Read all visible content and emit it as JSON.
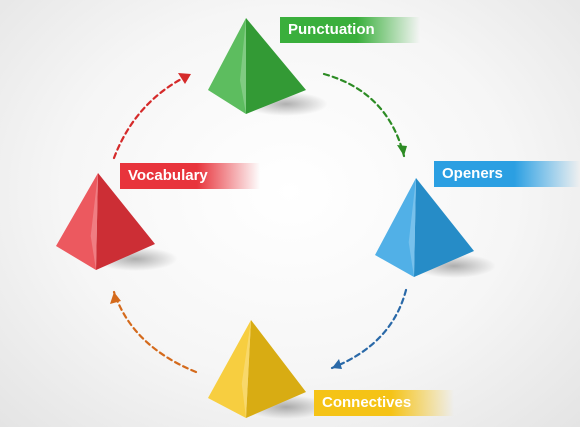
{
  "colors": {
    "punctuation": "#3aaf3c",
    "openers": "#2b9fe2",
    "connectives": "#f5c316",
    "vocabulary": "#e8343c",
    "arrow_green": "#2c8b24",
    "arrow_blue": "#2a69a8",
    "arrow_orange": "#d46a1c",
    "arrow_red": "#d52a2a"
  },
  "labels": {
    "punctuation": "Punctuation",
    "openers": "Openers",
    "connectives": "Connectives",
    "vocabulary": "Vocabulary"
  },
  "cycle_order": [
    "punctuation",
    "openers",
    "connectives",
    "vocabulary"
  ]
}
